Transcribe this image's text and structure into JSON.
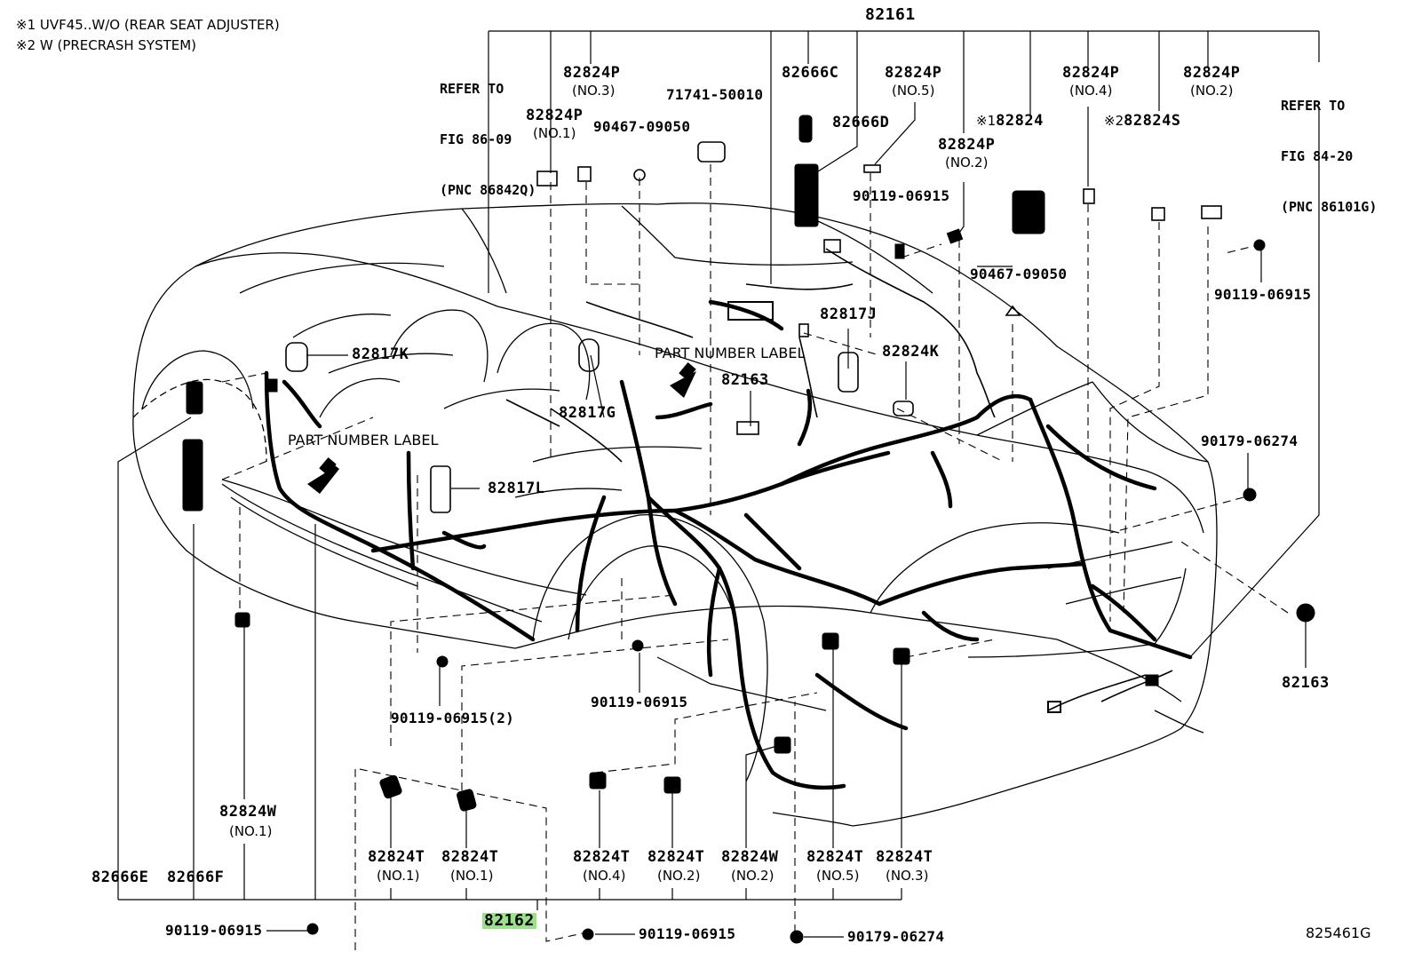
{
  "notes": [
    "※1 UVF45..W/O (REAR SEAT ADJUSTER)",
    "※2 W (PRECRASH SYSTEM)"
  ],
  "references": {
    "ref_86": [
      "REFER TO",
      "FIG 86-09",
      "(PNC 86842Q)"
    ],
    "ref_84": [
      "REFER TO",
      "FIG 84-20",
      "(PNC 86101G)"
    ]
  },
  "top_assembly": "82161",
  "bottom_assembly": "82162",
  "drawing_code": "825461G",
  "part_number_label": "PART NUMBER LABEL",
  "parts": {
    "p82824P_no3": {
      "pn": "82824P",
      "sub": "(NO.3)"
    },
    "p82824P_no1": {
      "pn": "82824P",
      "sub": "(NO.1)"
    },
    "p90467_top": "90467-09050",
    "p71741": "71741-50010",
    "p82666C": "82666C",
    "p82666D": "82666D",
    "p82824P_no5": {
      "pn": "82824P",
      "sub": "(NO.5)"
    },
    "p90119_top": "90119-06915",
    "p82824P_no2a": {
      "pn": "82824P",
      "sub": "(NO.2)"
    },
    "p82824_x1": {
      "mark": "※1",
      "pn": "82824"
    },
    "p82824P_no4": {
      "pn": "82824P",
      "sub": "(NO.4)"
    },
    "p82824S_x2": {
      "mark": "※2",
      "pn": "82824S"
    },
    "p82824P_no2b": {
      "pn": "82824P",
      "sub": "(NO.2)"
    },
    "p90467_mid": "90467-09050",
    "p90119_right": "90119-06915",
    "p82817J": "82817J",
    "p82824K": "82824K",
    "p82817K": "82817K",
    "p82817G": "82817G",
    "p82163_mid": "82163",
    "p82817L": "82817L",
    "p90179_right": "90179-06274",
    "p82163_right": "82163",
    "p90119_center": "90119-06915",
    "p90119_2": "90119-06915(2)",
    "p82824W_no1": {
      "pn": "82824W",
      "sub": "(NO.1)"
    },
    "p82666E": "82666E",
    "p82666F": "82666F",
    "p82824T_no1a": {
      "pn": "82824T",
      "sub": "(NO.1)"
    },
    "p82824T_no1b": {
      "pn": "82824T",
      "sub": "(NO.1)"
    },
    "p82824T_no4": {
      "pn": "82824T",
      "sub": "(NO.4)"
    },
    "p82824T_no2": {
      "pn": "82824T",
      "sub": "(NO.2)"
    },
    "p82824W_no2": {
      "pn": "82824W",
      "sub": "(NO.2)"
    },
    "p82824T_no5": {
      "pn": "82824T",
      "sub": "(NO.5)"
    },
    "p82824T_no3": {
      "pn": "82824T",
      "sub": "(NO.3)"
    },
    "p90119_botleft": "90119-06915",
    "p90119_botmid": "90119-06915",
    "p90179_bot": "90179-06274"
  }
}
